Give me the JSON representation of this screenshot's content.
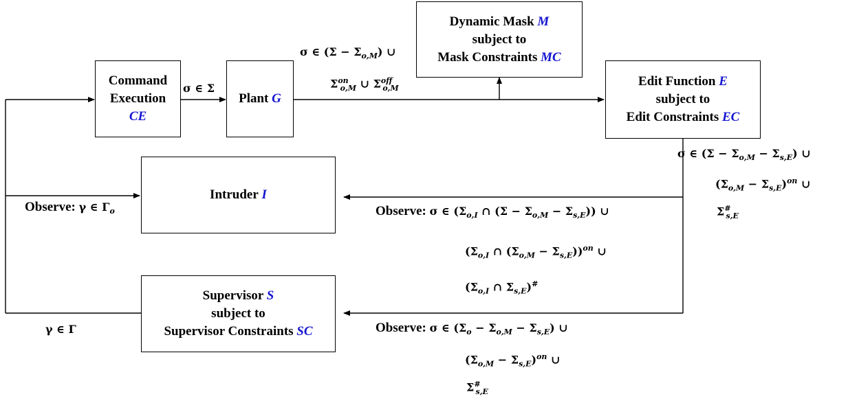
{
  "boxes": {
    "ce": {
      "line1": "Command",
      "line2": "Execution",
      "sym": "CE"
    },
    "plant": {
      "label": "Plant",
      "sym": "G"
    },
    "mask": {
      "line1": "Dynamic Mask",
      "sym": "M",
      "line2": "subject to",
      "line3": "Mask Constraints",
      "sym2": "MC"
    },
    "edit": {
      "line1": "Edit Function",
      "sym": "E",
      "line2": "subject to",
      "line3": "Edit Constraints",
      "sym2": "EC"
    },
    "intruder": {
      "label": "Intruder",
      "sym": "I"
    },
    "supervisor": {
      "line1": "Supervisor",
      "sym": "S",
      "line2": "subject to",
      "line3": "Supervisor Constraints",
      "sym2": "SC"
    }
  },
  "labels": {
    "observe": "Observe:",
    "gamma_o": "γ ∈ Γ",
    "gamma_o_sub": "o",
    "gamma": "γ ∈ Γ",
    "sigma_sigma": "σ ∈ Σ",
    "plant_out_1": "σ ∈ (Σ − Σ",
    "plant_out_1_sub": "o,M",
    "plant_out_1_tail": ") ∪",
    "plant_out_2a": "Σ",
    "on": "on",
    "off": "off",
    "oM": "o,M",
    "union": "∪",
    "edit_out_1": "σ ∈ (Σ − Σ",
    "edit_out_1_mid": " − Σ",
    "sE": "s,E",
    "hash": "#",
    "intr_1": "σ ∈ (Σ",
    "oI": "o,I",
    "intr_1_mid": " ∩ (Σ − Σ",
    "sup_1": "σ ∈ (Σ",
    "o": "o"
  }
}
